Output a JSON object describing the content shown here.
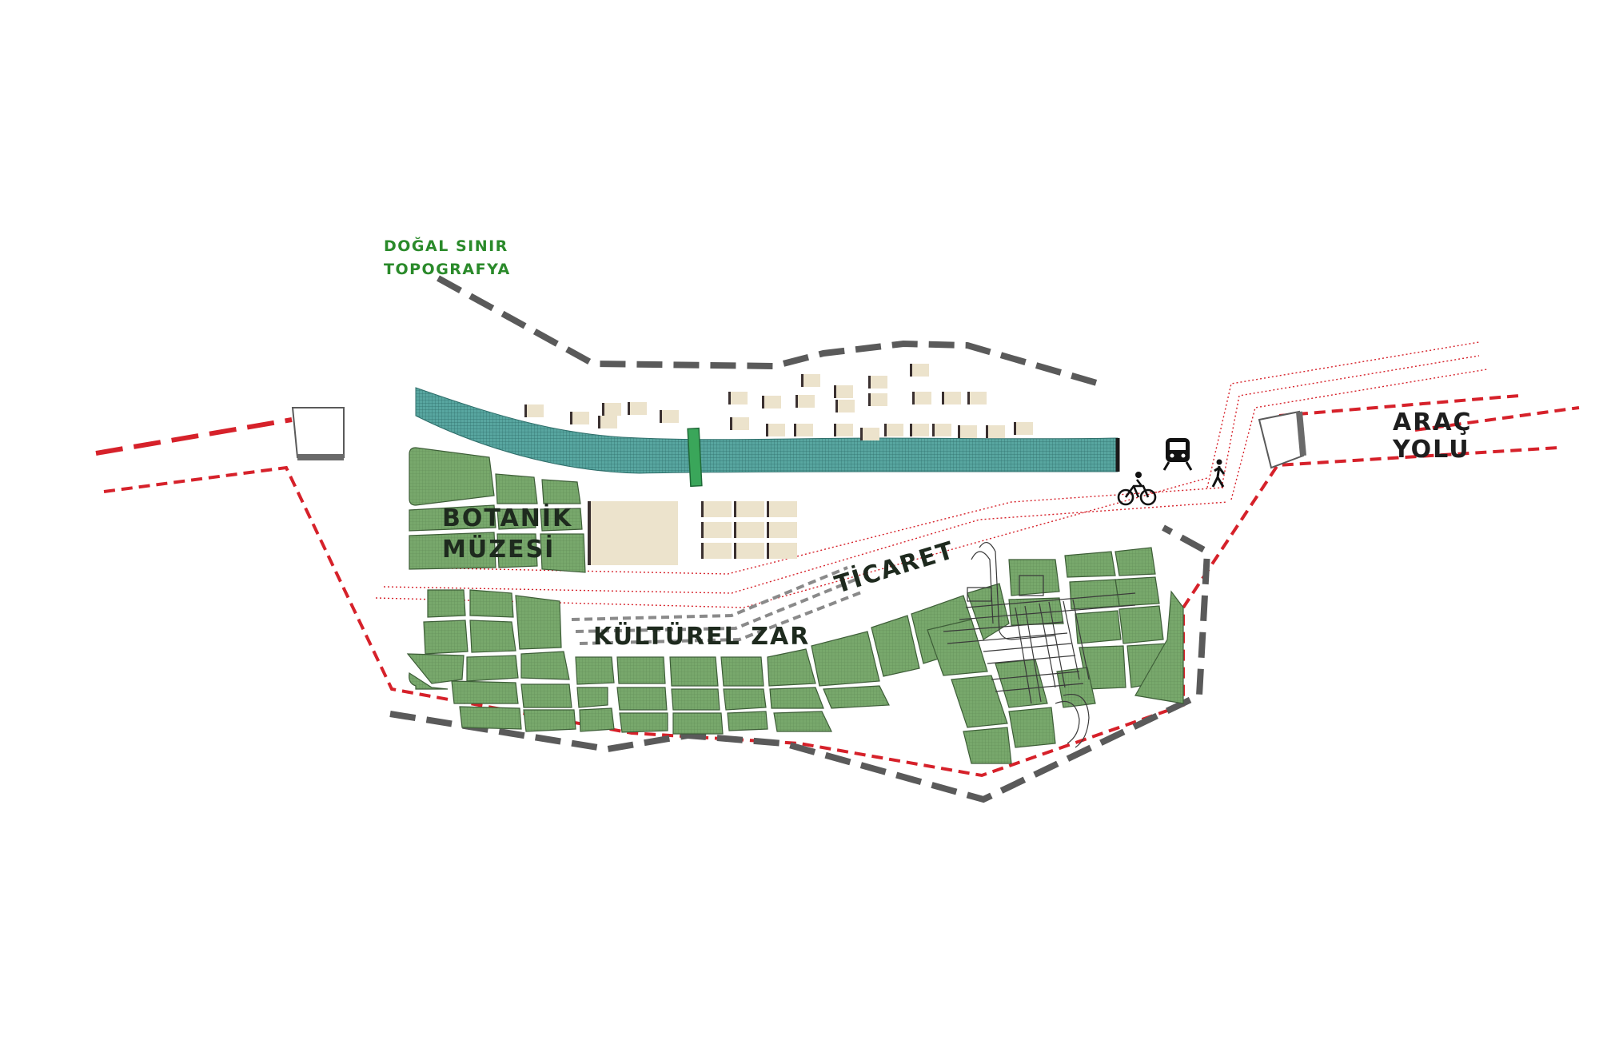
{
  "labels": {
    "natural_boundary_line1": "DOĞAL SINIR",
    "natural_boundary_line2": "TOPOGRAFYA",
    "botanic_line1": "BOTANİK",
    "botanic_line2": "MÜZESİ",
    "commerce": "TİCARET",
    "cultural": "KÜLTÜREL ZAR",
    "road_line1": "ARAÇ",
    "road_line2": "YOLU"
  },
  "icons": [
    "bicycle-icon",
    "train-icon",
    "pedestrian-icon"
  ],
  "colors": {
    "park_fill": "#78a86c",
    "park_stroke": "#3e5e38",
    "river_fill": "#4f9c96",
    "building_fill": "#ece3cc",
    "red_line": "#d6212a",
    "grey_line": "#5a5a5a",
    "bridge": "#3aa65a",
    "label_green": "#2a8a2a"
  }
}
